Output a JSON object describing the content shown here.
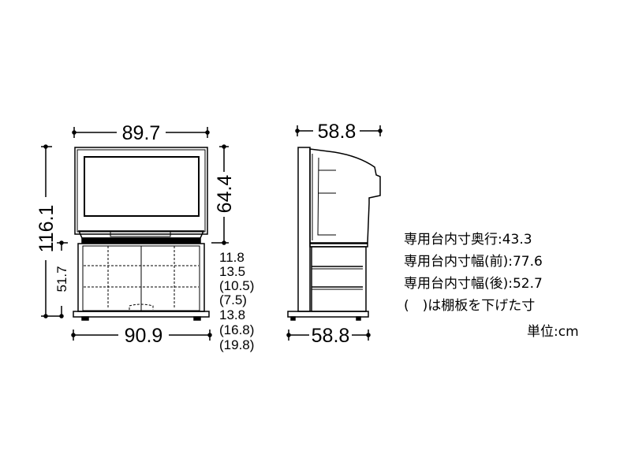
{
  "front_view": {
    "top_width": "89.7",
    "bottom_width": "90.9",
    "total_height": "116.1",
    "stand_height": "51.7",
    "tv_height": "64.4",
    "shelf_heights": [
      "11.8",
      "13.5",
      "(10.5)",
      "(7.5)",
      "13.8",
      "(16.8)",
      "(19.8)"
    ]
  },
  "side_view": {
    "top_depth": "58.8",
    "bottom_depth": "58.8"
  },
  "notes": [
    "専用台内寸奥行:43.3",
    "専用台内寸幅(前):77.6",
    "専用台内寸幅(後):52.7",
    "(　)は棚板を下げた寸"
  ],
  "unit": "単位:cm"
}
